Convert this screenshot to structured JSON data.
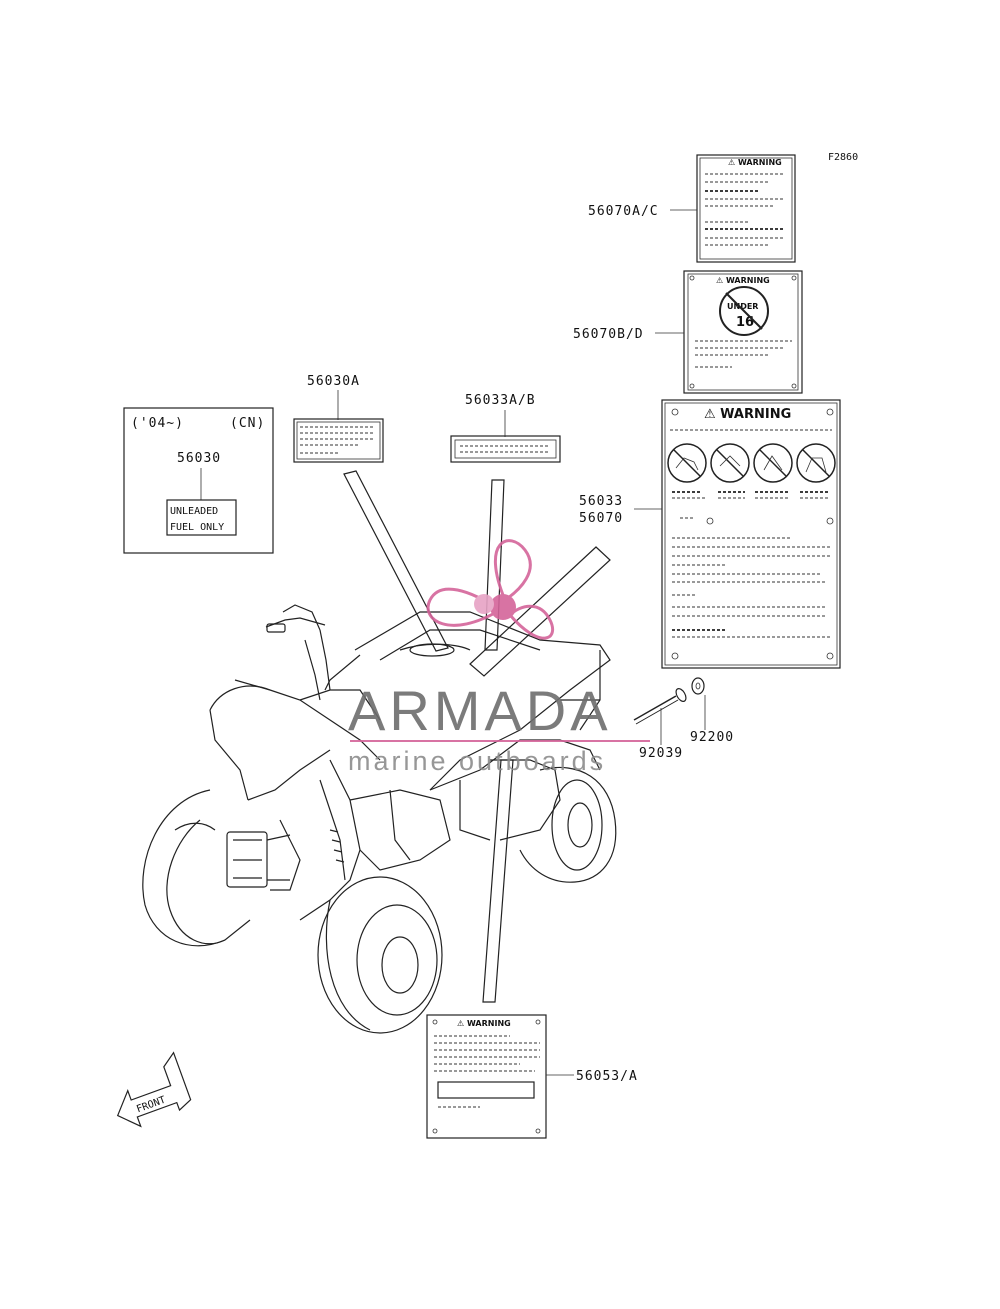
{
  "figure_code": "F2860",
  "labels": {
    "p56070ac": "56070A/C",
    "p56070bd": "56070B/D",
    "p56030a": "56030A",
    "p56033ab": "56033A/B",
    "p56033": "56033",
    "p56070": "56070",
    "p92200": "92200",
    "p92039": "92039",
    "p56053a": "56053/A",
    "p56030": "56030"
  },
  "inset": {
    "years": "('04~)",
    "region": "(CN)",
    "decal_line1": "UNLEADED",
    "decal_line2": "FUEL ONLY"
  },
  "decals": {
    "warning_small": "⚠ WARNING",
    "warning_large": "⚠ WARNING",
    "under": "UNDER",
    "age": "16"
  },
  "front_arrow": "FRONT",
  "watermark": {
    "title": "ARMADA",
    "subtitle": "marine outboards",
    "accent_color": "#d4649a"
  }
}
